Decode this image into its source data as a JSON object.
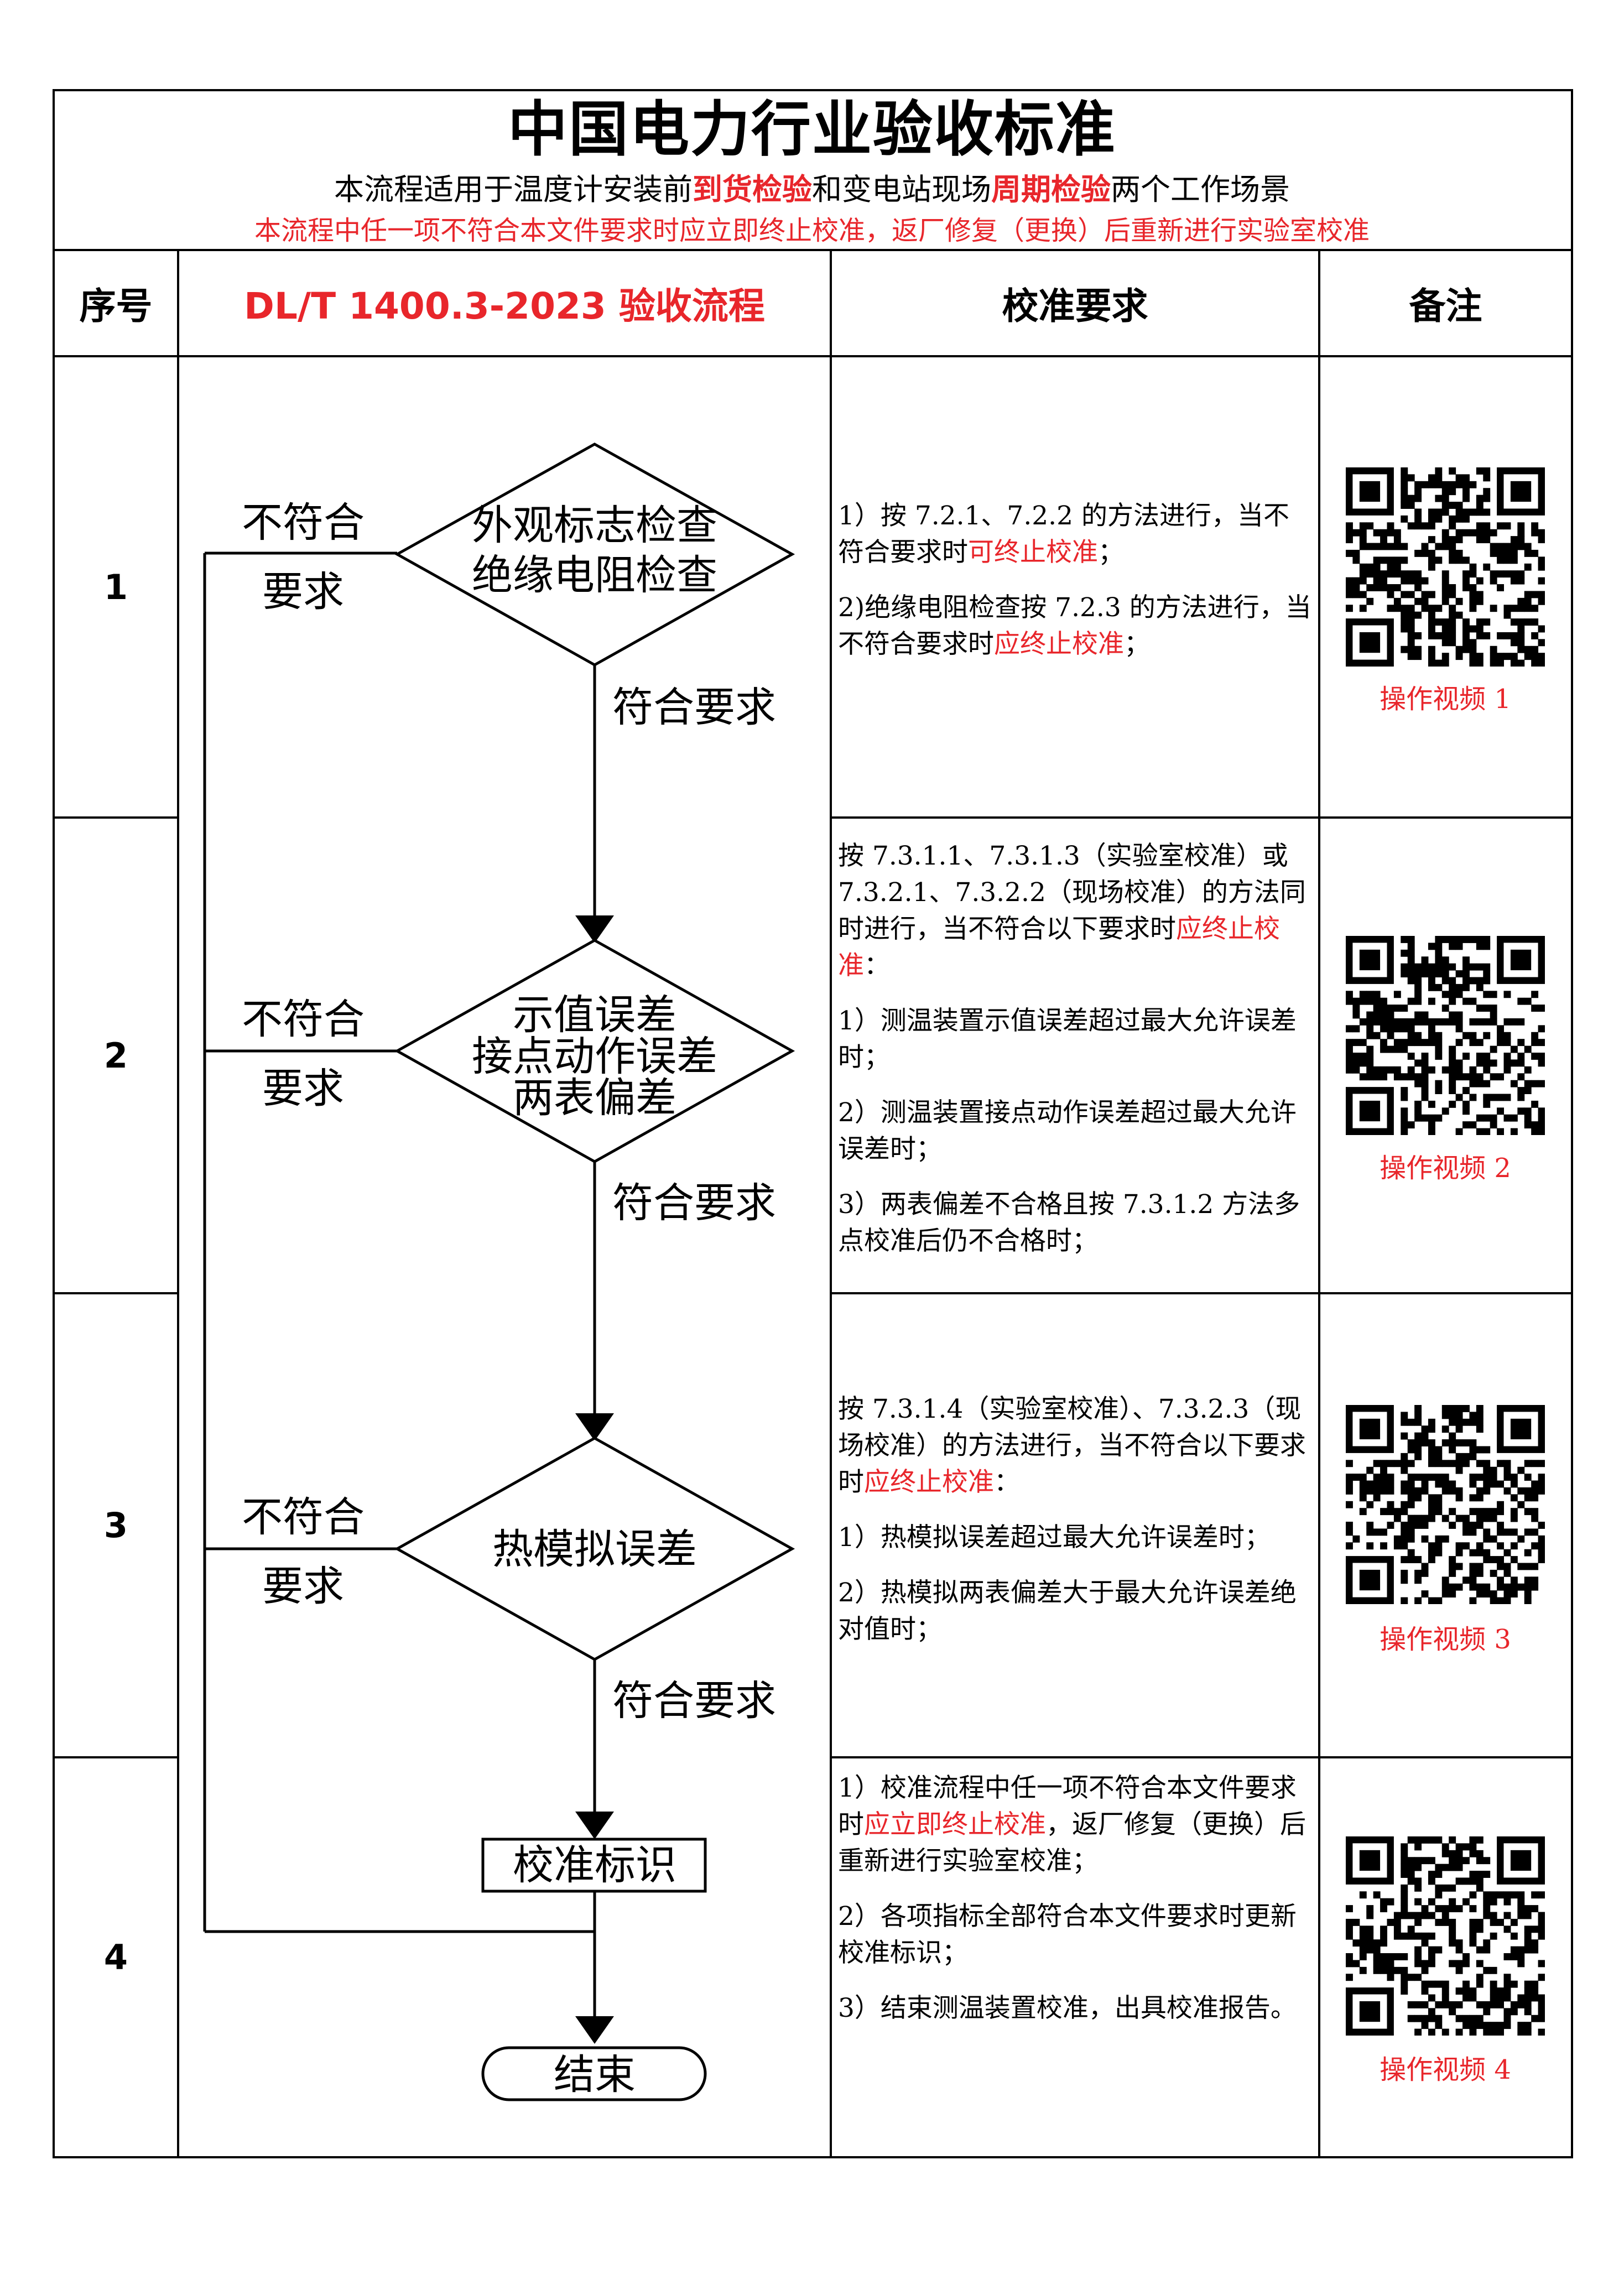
{
  "header": {
    "title": "中国电力行业验收标准",
    "subtitle_parts": [
      "本流程适用于温度计安装前",
      "到货检验",
      "和变电站现场",
      "周期检验",
      "两个工作场景"
    ],
    "notice": "本流程中任一项不符合本文件要求时应立即终止校准，返厂修复（更换）后重新进行实验室校准"
  },
  "table_header": {
    "col1": "序号",
    "col2": "DL/T 1400.3-2023 验收流程",
    "col3": "校准要求",
    "col4": "备注"
  },
  "rows": [
    {
      "num": "1",
      "requirements": [
        {
          "before": "1）按 7.2.1、7.2.2 的方法进行，当不符合要求时",
          "red": "可终止校准",
          "after": "；"
        },
        {
          "before": "2)绝缘电阻检查按 7.2.3 的方法进行，当不符合要求时",
          "red": "应终止校准",
          "after": "；"
        }
      ],
      "video": "操作视频 1"
    },
    {
      "num": "2",
      "requirements": [
        {
          "before": "按 7.3.1.1、7.3.1.3（实验室校准）或 7.3.2.1、7.3.2.2（现场校准）的方法同时进行，当不符合以下要求时",
          "red": "应终止校准",
          "after": "："
        },
        {
          "before": "1）测温装置示值误差超过最大允许误差时；",
          "red": "",
          "after": ""
        },
        {
          "before": "2）测温装置接点动作误差超过最大允许误差时；",
          "red": "",
          "after": ""
        },
        {
          "before": "3）两表偏差不合格且按 7.3.1.2 方法多点校准后仍不合格时；",
          "red": "",
          "after": ""
        }
      ],
      "video": "操作视频 2"
    },
    {
      "num": "3",
      "requirements": [
        {
          "before": "按 7.3.1.4（实验室校准）、7.3.2.3（现场校准）的方法进行，当不符合以下要求时",
          "red": "应终止校准",
          "after": "："
        },
        {
          "before": "1）热模拟误差超过最大允许误差时；",
          "red": "",
          "after": ""
        },
        {
          "before": "2）热模拟两表偏差大于最大允许误差绝对值时；",
          "red": "",
          "after": ""
        }
      ],
      "video": "操作视频 3"
    },
    {
      "num": "4",
      "requirements": [
        {
          "before": "1）校准流程中任一项不符合本文件要求时",
          "red": "应立即终止校准",
          "after": "，返厂修复（更换）后重新进行实验室校准；"
        },
        {
          "before": "2）各项指标全部符合本文件要求时更新校准标识；",
          "red": "",
          "after": ""
        },
        {
          "before": "3）结束测温装置校准，出具校准报告。",
          "red": "",
          "after": ""
        }
      ],
      "video": "操作视频 4"
    }
  ],
  "flowchart": {
    "step1_line1": "外观标志检查",
    "step1_line2": "绝缘电阻检查",
    "step2_line1": "示值误差",
    "step2_line2": "接点动作误差",
    "step2_line3": "两表偏差",
    "step3": "热模拟误差",
    "step4": "校准标识",
    "end": "结束",
    "fail_line1": "不符合",
    "fail_line2": "要求",
    "pass": "符合要求"
  },
  "colors": {
    "accent_red": "#e8262b",
    "line": "#000000"
  }
}
